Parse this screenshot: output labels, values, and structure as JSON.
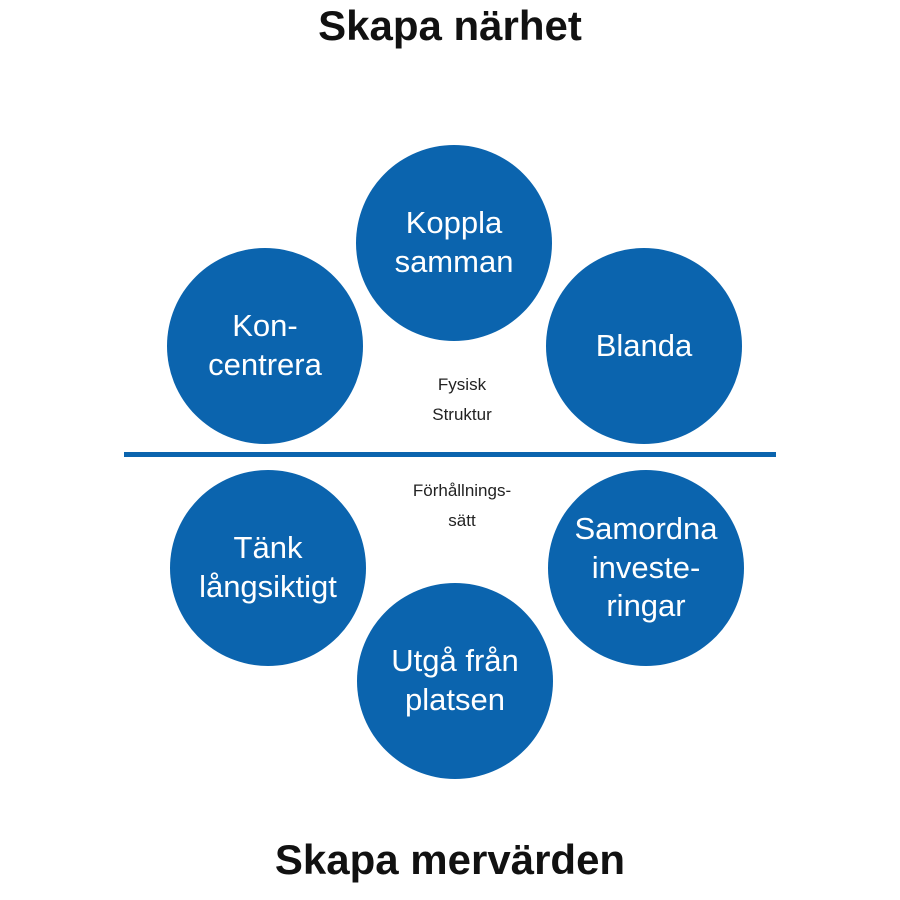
{
  "title_top": "Skapa närhet",
  "title_bottom": "Skapa mervärden",
  "upper_label": "Fysisk\nStruktur",
  "lower_label": "Förhållnings-\nsätt",
  "circles": [
    "Koppla\nsamman",
    "Kon-\ncentrera",
    "Blanda",
    "Tänk\nlångsiktigt",
    "Samordna\ninveste-\nringar",
    "Utgå från\nplatsen"
  ],
  "colors": {
    "circle": "#0b64ae",
    "divider": "#0b64ae"
  }
}
